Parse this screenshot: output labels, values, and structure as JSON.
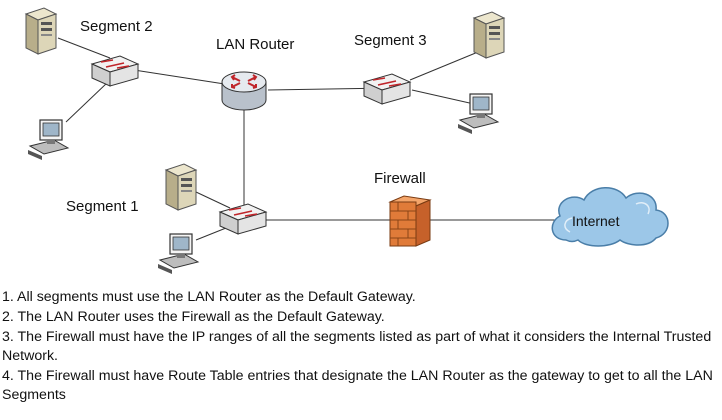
{
  "colors": {
    "link": "#333333",
    "switch": "#dfdfdf",
    "router": "#d8dde3",
    "arrow": "#c0252a",
    "firewall": "#e07b39",
    "cloud": "#9cc7e8",
    "server": "#ddd6b8"
  },
  "icons": [
    "server-icon",
    "switch-icon",
    "workstation-icon",
    "router-icon",
    "firewall-icon",
    "cloud-icon"
  ],
  "labels": {
    "segment2": "Segment 2",
    "segment3": "Segment 3",
    "segment1": "Segment 1",
    "lan_router": "LAN Router",
    "firewall": "Firewall",
    "internet": "Internet"
  },
  "rules": [
    "1. All segments must use the LAN Router as the Default Gateway.",
    "2. The LAN Router uses the Firewall as the Default Gateway.",
    "3. The Firewall must have the IP ranges of all the segments listed as part of what it considers the Internal Trusted Network.",
    "4. The Firewall must have Route Table entries that designate the LAN Router as the gateway to get to all the LAN Segments"
  ]
}
